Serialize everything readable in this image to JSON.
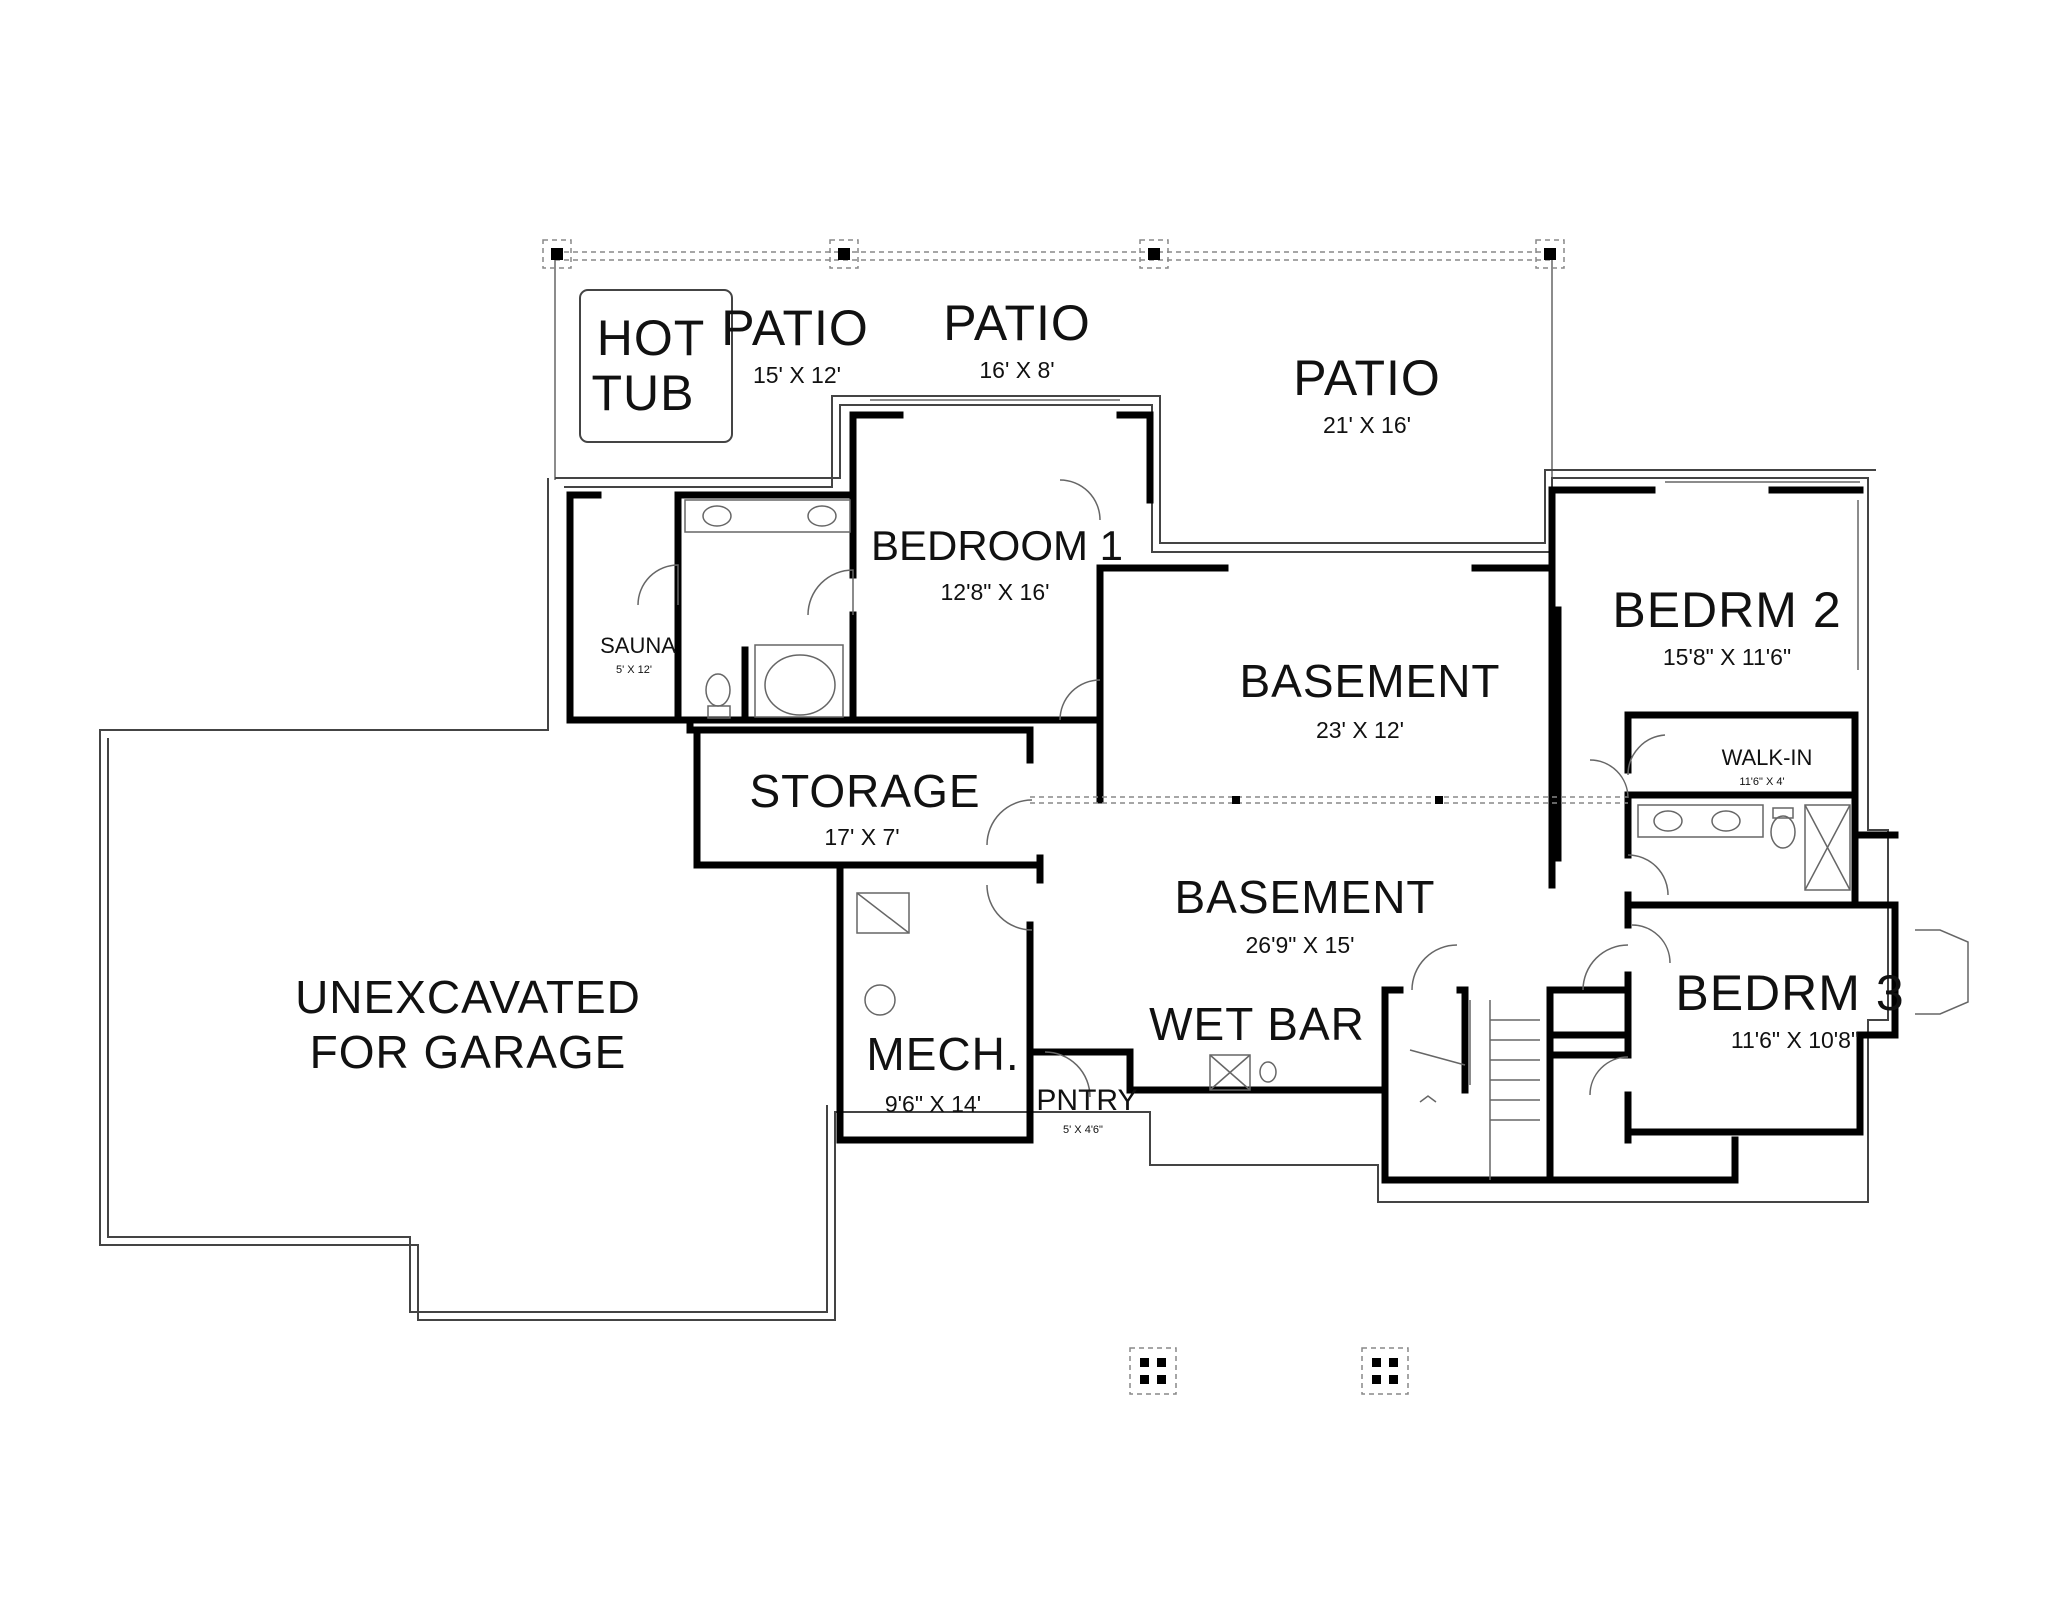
{
  "rooms": {
    "hot_tub": {
      "line1": "HOT",
      "line2": "TUB"
    },
    "patio_1": {
      "name": "PATIO",
      "dim": "15' X 12'"
    },
    "patio_2": {
      "name": "PATIO",
      "dim": "16' X 8'"
    },
    "patio_3": {
      "name": "PATIO",
      "dim": "21' X 16'"
    },
    "bedroom_1": {
      "name": "BEDROOM 1",
      "dim": "12'8\" X 16'"
    },
    "bedrm_2": {
      "name": "BEDRM 2",
      "dim": "15'8\" X 11'6\""
    },
    "sauna": {
      "name": "SAUNA",
      "dim": "5' X 12'"
    },
    "basement_upper": {
      "name": "BASEMENT",
      "dim": "23' X 12'"
    },
    "walk_in": {
      "name": "WALK-IN",
      "dim": "11'6\" X 4'"
    },
    "storage": {
      "name": "STORAGE",
      "dim": "17' X 7'"
    },
    "basement_lower": {
      "name": "BASEMENT",
      "dim": "26'9\" X 15'"
    },
    "unexcavated": {
      "line1": "UNEXCAVATED",
      "line2": "FOR GARAGE"
    },
    "bedrm_3": {
      "name": "BEDRM 3",
      "dim": "11'6\" X 10'8\""
    },
    "wet_bar": {
      "name": "WET BAR"
    },
    "mech": {
      "name": "MECH.",
      "dim": "9'6\" X 14'"
    },
    "pantry": {
      "name": "PNTRY",
      "dim": "5' X 4'6\""
    }
  },
  "colors": {
    "wall": "#000000",
    "outline": "#444444",
    "text": "#111111"
  }
}
